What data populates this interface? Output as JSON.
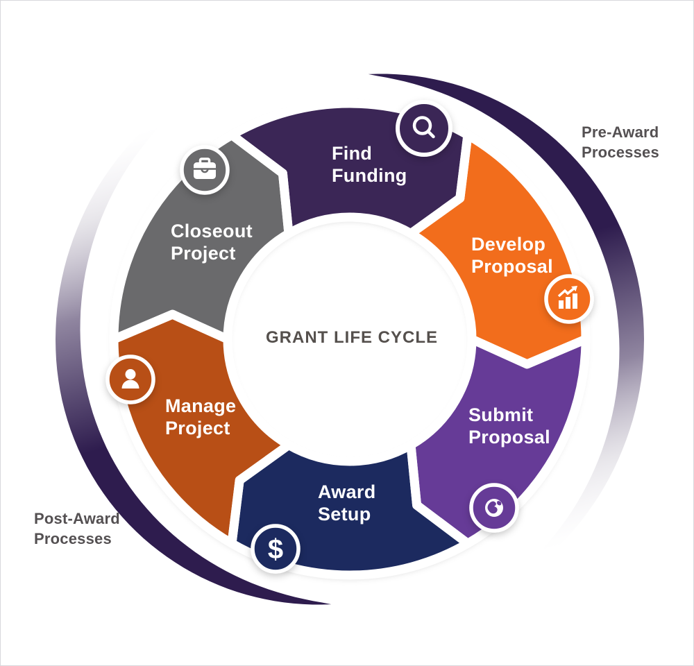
{
  "title": "GRANT LIFE CYCLE",
  "outer_labels": {
    "pre_award": [
      "Pre-Award",
      "Processes"
    ],
    "post_award": [
      "Post-Award",
      "Processes"
    ]
  },
  "colors": {
    "background": "#ffffff",
    "center_title_text": "#55504d",
    "outer_label_text": "#545052",
    "swoosh_dark_purple": "#2e1c4e",
    "segment_gap_white": "#ffffff"
  },
  "segments": [
    {
      "id": "find-funding",
      "label": [
        "Find",
        "Funding"
      ],
      "color": "#3a2656",
      "icon": "search-icon"
    },
    {
      "id": "develop-proposal",
      "label": [
        "Develop",
        "Proposal"
      ],
      "color": "#f26d1f",
      "icon": "trend-chart-icon"
    },
    {
      "id": "submit-proposal",
      "label": [
        "Submit",
        "Proposal"
      ],
      "color": "#663a97",
      "icon": "globe-icon"
    },
    {
      "id": "award-setup",
      "label": [
        "Award",
        "Setup"
      ],
      "color": "#1a2c5e",
      "icon": "dollar-icon",
      "icon_glyph": "$"
    },
    {
      "id": "manage-project",
      "label": [
        "Manage",
        "Project"
      ],
      "color": "#b84f13",
      "icon": "person-icon"
    },
    {
      "id": "closeout-project",
      "label": [
        "Closeout",
        "Project"
      ],
      "color": "#6b6a6c",
      "icon": "toolbox-icon"
    }
  ]
}
